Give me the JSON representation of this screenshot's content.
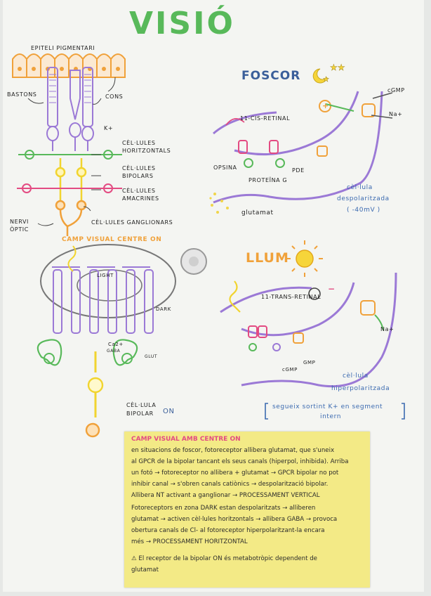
{
  "title": "VISIÓ",
  "retina": {
    "epiteli": "EPITELI PIGMENTARI",
    "bastons": "BASTONS",
    "cons": "CONS",
    "k": "K+",
    "horitzontals": "CÈL·LULES HORITZONTALS",
    "bipolars": "CÈL·LULES BIPOLARS",
    "amacrines": "CÈL·LULES AMACRINES",
    "ganglionars": "CÈL·LULES GANGLIONARS",
    "nervi": "NERVI ÒPTIC"
  },
  "foscor": {
    "title": "FOSCOR",
    "cgmp": "cGMP",
    "na": "Na+",
    "retinal": "11-CIS-RETINAL",
    "opsina": "OPSINA",
    "proteina": "PROTEÏNA G",
    "pde": "PDE",
    "glutamat": "glutamat",
    "cell1": "cèl·lula",
    "cell2": "despolaritzada",
    "cell3": "( -40mV )"
  },
  "campon": {
    "title": "CAMP VISUAL CENTRE ON",
    "light": "LIGHT",
    "dark": "DARK",
    "ca": "Ca2+",
    "gaba": "GABA",
    "glut": "GLUT",
    "bipolar1": "CÈL·LULA",
    "bipolar2": "BIPOLAR",
    "on": "ON"
  },
  "llum": {
    "title": "LLUM",
    "retinal": "11-TRANS-RETINAL",
    "na": "Na+",
    "cgmp": "cGMP",
    "gmp": "GMP",
    "cell1": "cèl·lula",
    "cell2": "hiperpolaritzada",
    "note1": "segueix sortint K+ en segment",
    "note2": "intern"
  },
  "note": {
    "heading": "CAMP VISUAL AMB CENTRE ON",
    "lines": [
      "en situacions de foscor, fotoreceptor allibera glutamat, que s'uneix",
      "al GPCR de la bipolar tancant els seus canals (hiperpol, inhibida). Arriba",
      "un fotó → fotoreceptor no allibera + glutamat → GPCR bipolar no pot",
      "inhibir canal → s'obren canals catiònics → despolarització bipolar.",
      "Allibera NT activant a ganglionar → PROCESSAMENT VERTICAL",
      "Fotoreceptors en zona DARK estan despolaritzats → alliberen",
      "glutamat → activen cèl·lules horitzontals → allibera GABA → provoca",
      "obertura canals de Cl- al fotoreceptor hiperpolaritzant-la encara",
      "més → PROCESSAMENT HORITZONTAL",
      "",
      "⚠ El receptor de la bipolar ON és metabotròpic dependent de",
      "glutamat"
    ]
  },
  "colors": {
    "green": "#58b95a",
    "purple": "#9b79d6",
    "orange": "#f0a13a",
    "yellow": "#f1d42f",
    "pink": "#e34b82",
    "note": "#f3ea86"
  }
}
